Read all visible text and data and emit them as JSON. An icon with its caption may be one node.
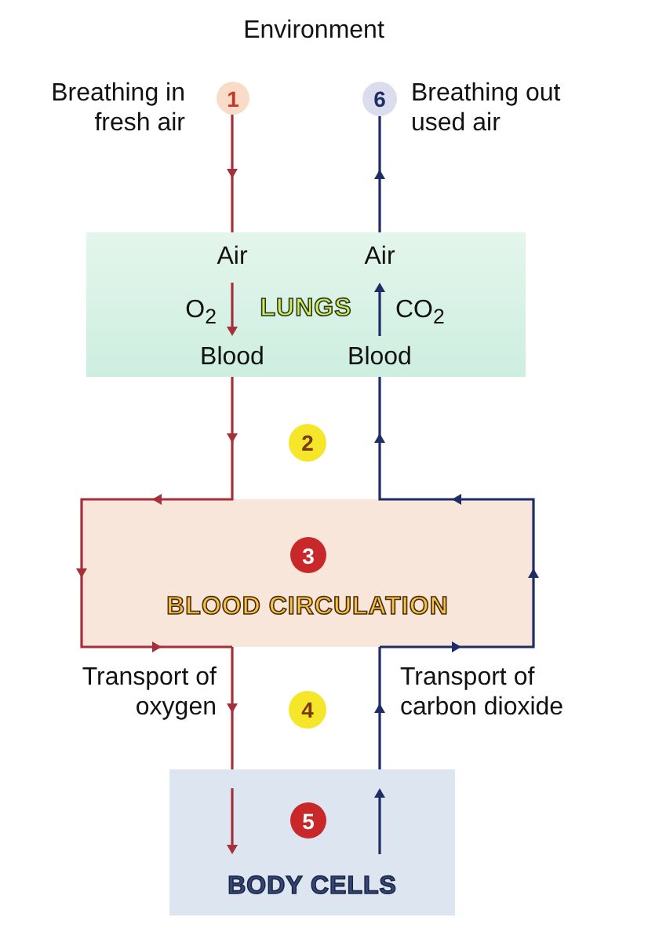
{
  "diagram": {
    "nodes": [
      {
        "text": [
          "1"
        ],
        "beside": [
          "Breathing in fresh air"
        ]
      },
      {
        "text": [
          "6"
        ],
        "beside": [
          "Breathing out used air"
        ]
      },
      {
        "text": [
          "LUNGS"
        ]
      },
      {
        "text": [
          "BLOOD CIRCULATION"
        ]
      },
      {
        "text": [
          "3"
        ],
        "in": 3
      },
      {
        "text": [
          "BODY CELLS"
        ]
      },
      {
        "text": [
          "5"
        ],
        "in": 5
      }
    ],
    "edges": [
      {
        "from": 0,
        "to": 2,
        "arrow": "to",
        "color": "#a3303a"
      },
      {
        "from": 2,
        "to": 1,
        "arrow": "to",
        "color": "#1f2d66"
      },
      {
        "from": 2,
        "to": 3,
        "arrow": "to",
        "color": "#a3303a"
      },
      {
        "from": 3,
        "to": 2,
        "arrow": "to",
        "color": "#1f2d66"
      },
      {
        "from": 3,
        "to": 5,
        "arrow": "to",
        "color": "#a3303a"
      },
      {
        "from": 5,
        "to": 3,
        "arrow": "to",
        "color": "#1f2d66"
      }
    ],
    "labels": [
      "Environment",
      "Air",
      "Air",
      "O$_{2}$",
      "CO$_{2}$",
      "Blood",
      "Blood",
      "2",
      "Transport of oxygen",
      "4",
      "Transport of carbon dioxide"
    ]
  }
}
